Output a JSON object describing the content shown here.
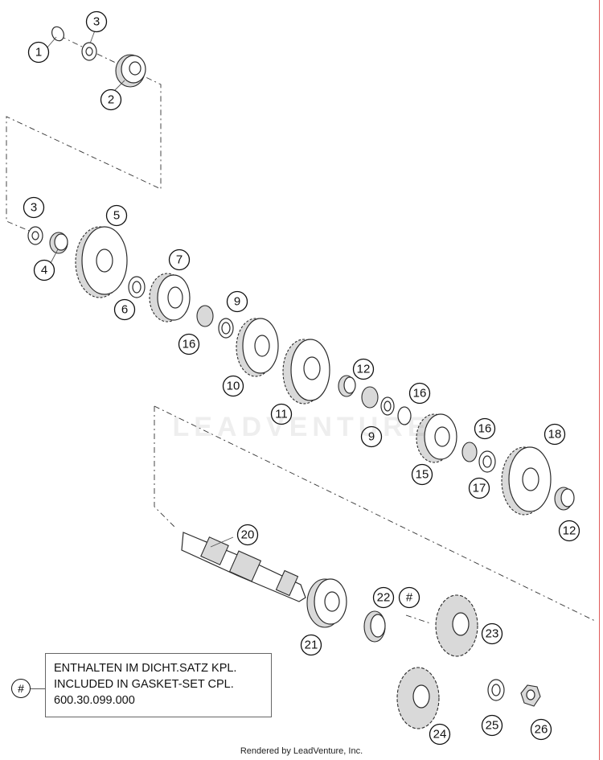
{
  "watermark": "LEADVENTURE",
  "callouts": [
    {
      "key": "c1",
      "label": "1"
    },
    {
      "key": "c3a",
      "label": "3"
    },
    {
      "key": "c2",
      "label": "2"
    },
    {
      "key": "c3b",
      "label": "3"
    },
    {
      "key": "c5",
      "label": "5"
    },
    {
      "key": "c4",
      "label": "4"
    },
    {
      "key": "c7",
      "label": "7"
    },
    {
      "key": "c6",
      "label": "6"
    },
    {
      "key": "c9a",
      "label": "9"
    },
    {
      "key": "c16a",
      "label": "16"
    },
    {
      "key": "c10",
      "label": "10"
    },
    {
      "key": "c12a",
      "label": "12"
    },
    {
      "key": "c11",
      "label": "11"
    },
    {
      "key": "c16b",
      "label": "16"
    },
    {
      "key": "c9b",
      "label": "9"
    },
    {
      "key": "c16c",
      "label": "16"
    },
    {
      "key": "c18",
      "label": "18"
    },
    {
      "key": "c15",
      "label": "15"
    },
    {
      "key": "c17",
      "label": "17"
    },
    {
      "key": "c12b",
      "label": "12"
    },
    {
      "key": "c20",
      "label": "20"
    },
    {
      "key": "c22",
      "label": "22"
    },
    {
      "key": "chash",
      "label": "#"
    },
    {
      "key": "c21",
      "label": "21"
    },
    {
      "key": "c23",
      "label": "23"
    },
    {
      "key": "c25",
      "label": "25"
    },
    {
      "key": "c24",
      "label": "24"
    },
    {
      "key": "c26",
      "label": "26"
    }
  ],
  "legend": {
    "symbol": "#",
    "line1": "ENTHALTEN IM DICHT.SATZ KPL.",
    "line2": "INCLUDED IN GASKET-SET CPL.",
    "line3": "600.30.099.000"
  },
  "footer": "Rendered by LeadVenture, Inc."
}
